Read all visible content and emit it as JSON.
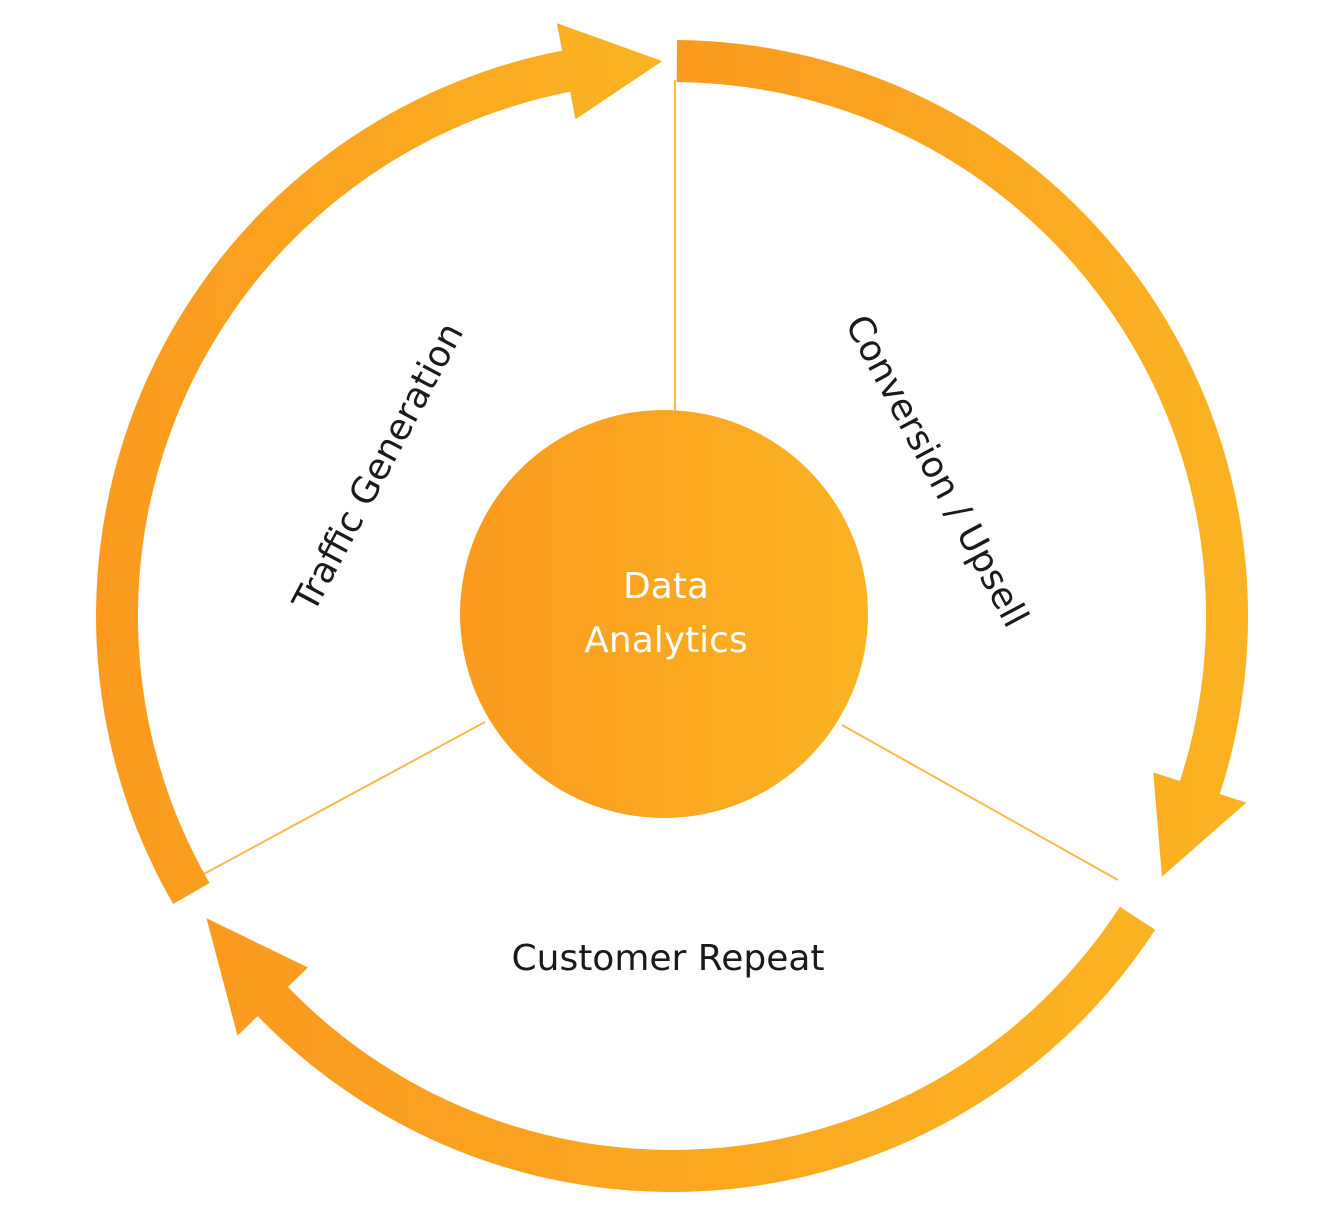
{
  "center": {
    "line1": "Data",
    "line2": "Analytics"
  },
  "stages": {
    "traffic": "Traffic Generation",
    "conversion": "Conversion / Upsell",
    "repeat": "Customer Repeat"
  },
  "colors": {
    "accent_start": "#fb9a1f",
    "accent_end": "#fbb322",
    "divider": "#fbb84d",
    "text_dark": "#1a1a1a",
    "text_light": "#ffffff"
  }
}
